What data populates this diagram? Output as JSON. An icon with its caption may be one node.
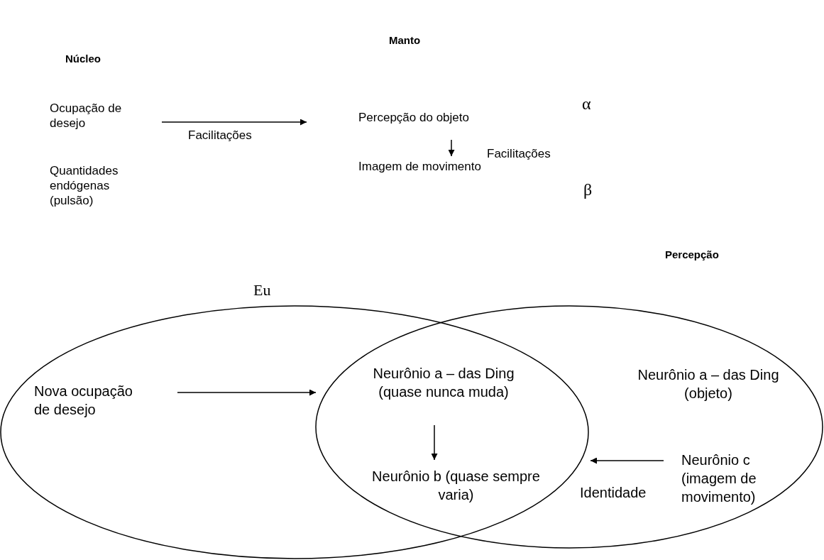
{
  "diagram": {
    "nodes": [
      {
        "text": [
          "Ocupação de desejo"
        ]
      },
      {
        "text": [
          "Percepção do objeto"
        ]
      },
      {
        "text": [
          "Imagem de movimento"
        ]
      },
      {
        "text": [
          "Eu"
        ]
      },
      {
        "text": [
          "Percepção"
        ]
      },
      {
        "text": [
          "Nova ocupação de desejo"
        ],
        "in": 3
      },
      {
        "text": [
          "Neurônio a – das Ding (quase nunca muda)"
        ]
      },
      {
        "text": [
          "Neurônio b (quase sempre varia)"
        ]
      },
      {
        "text": [
          "Neurônio a – das Ding (objeto)"
        ],
        "in": 4
      },
      {
        "text": [
          "Neurônio c (imagem de movimento)"
        ],
        "in": 4
      }
    ],
    "edges": [
      {
        "from": 0,
        "to": 1,
        "arrow": "to",
        "label": "Facilitações"
      },
      {
        "from": 1,
        "to": 2,
        "arrow": "to",
        "label": "Facilitações"
      },
      {
        "from": 5,
        "to": 6,
        "arrow": "to"
      },
      {
        "from": 6,
        "to": 7,
        "arrow": "to"
      },
      {
        "from": 9,
        "to": 3,
        "arrow": "to",
        "label": "Identidade"
      }
    ],
    "labels": [
      "Núcleo",
      "Manto",
      "Quantidades endógenas (pulsão)",
      "α",
      "β"
    ]
  }
}
